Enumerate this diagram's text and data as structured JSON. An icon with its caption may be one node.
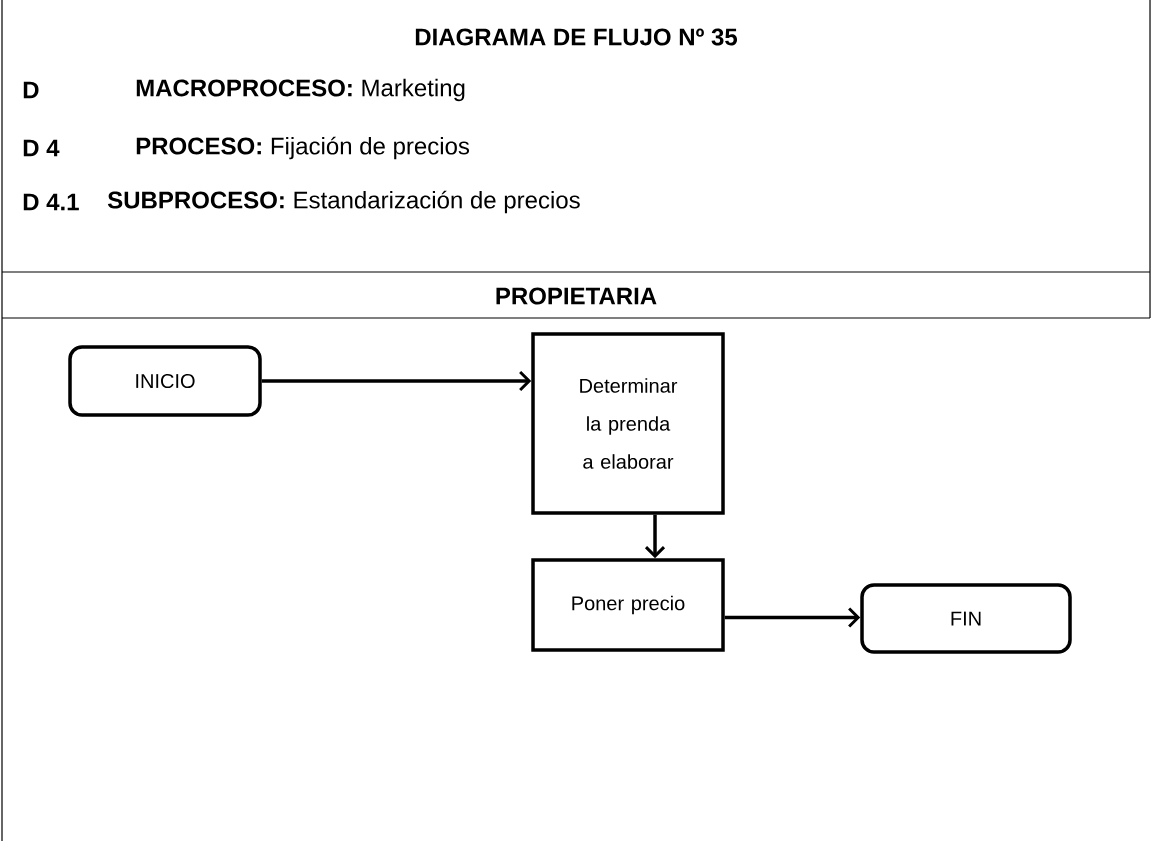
{
  "diagram": {
    "title": "DIAGRAMA DE FLUJO Nº 35",
    "nodes": [
      {
        "text": [
          "INICIO"
        ]
      },
      {
        "text": [
          "Determinar la prenda a elaborar"
        ]
      },
      {
        "text": [
          "Poner precio"
        ]
      },
      {
        "text": [
          "FIN"
        ]
      }
    ],
    "edges": [
      {
        "from": 0,
        "to": 1,
        "arrow": "to"
      },
      {
        "from": 1,
        "to": 2,
        "arrow": "to"
      },
      {
        "from": 2,
        "to": 3,
        "arrow": "to"
      }
    ],
    "labels": [
      "D",
      "**MACROPROCESO:** Marketing",
      "D 4",
      "**PROCESO:**  Fijación de precios",
      "D 4.1",
      "**SUBPROCESO:** Estandarización de precios",
      "PROPIETARIA"
    ]
  }
}
